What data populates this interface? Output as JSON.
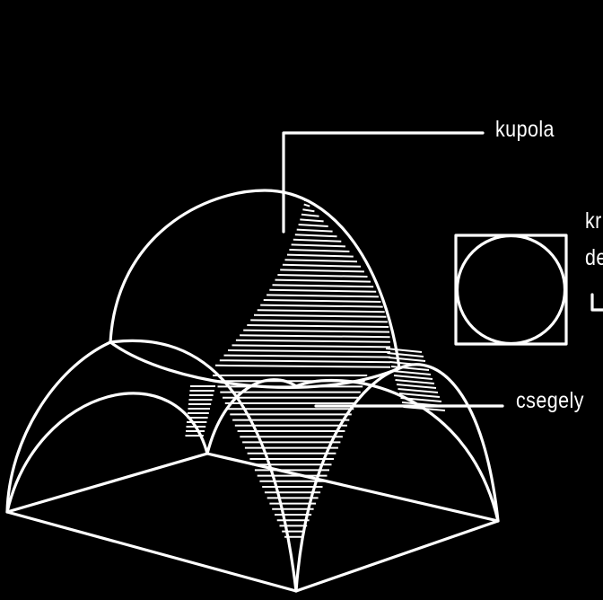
{
  "diagram": {
    "labels": {
      "dome": "kupola",
      "plan_title_line1": "kr",
      "plan_title_line2": "de",
      "pendentive": "csegely"
    },
    "colors": {
      "background": "#000000",
      "stroke": "#ffffff"
    }
  }
}
